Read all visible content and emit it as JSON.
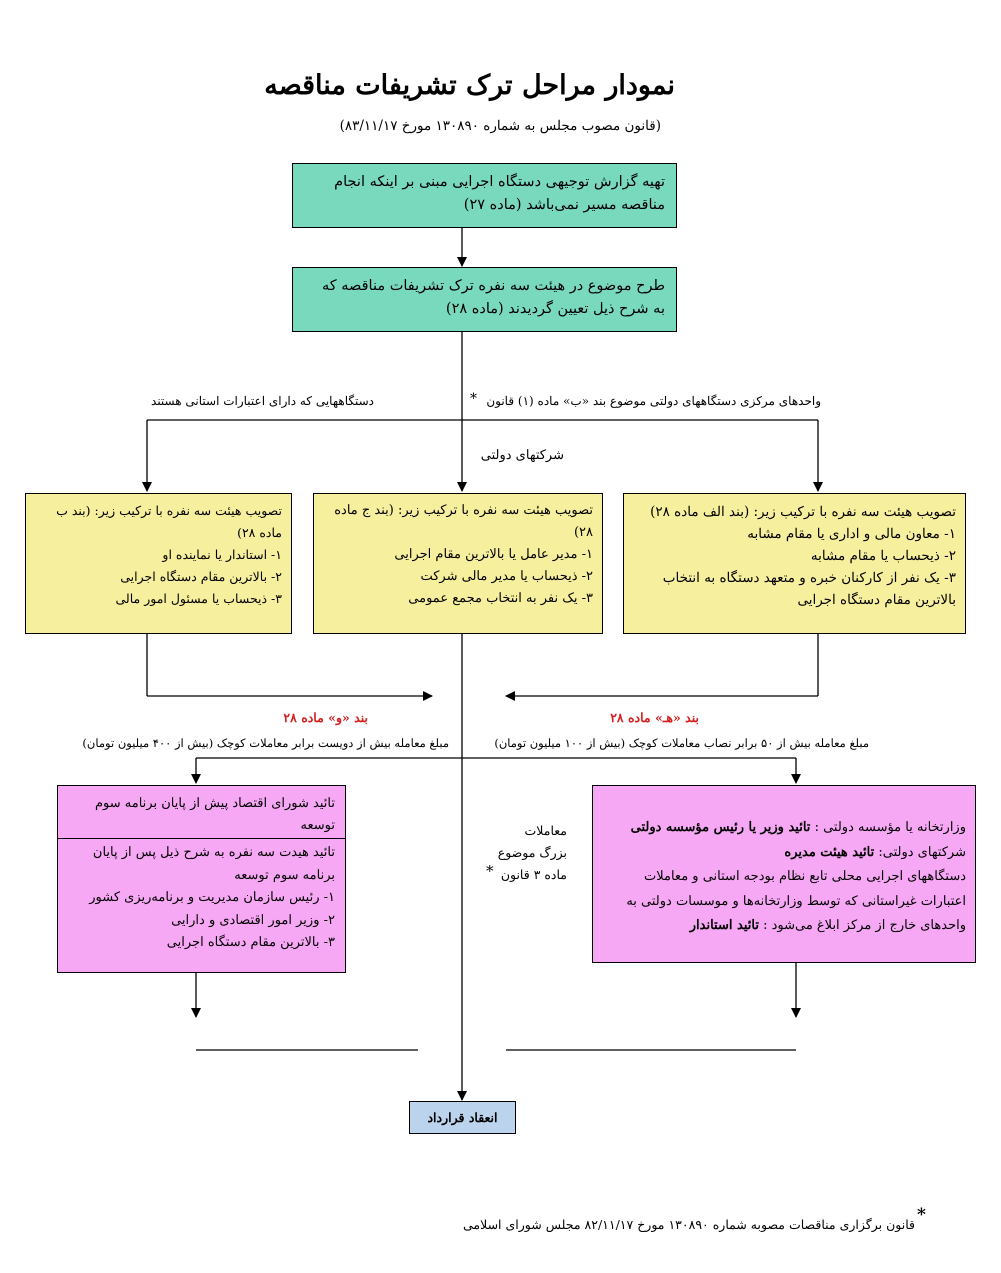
{
  "title": "نمودار مراحل ترک تشریفات مناقصه",
  "subtitle": "(قانون مصوب مجلس به شماره ۱۳۰۸۹۰ مورخ ۸۳/۱۱/۱۷)",
  "box1": [
    "تهیه گزارش توجیهی دستگاه اجرایی مبنی بر اینکه انجام",
    "مناقصه مسیر نمی‌باشد (ماده ۲۷)"
  ],
  "box2": [
    "طرح موضوع در هیئت سه نفره ترک تشریفات مناقصه که",
    "به شرح ذیل تعیین گردیدند (ماده ۲۸)"
  ],
  "branch": {
    "right": "واحدهای مرکزی دستگاههای دولتی موضوع بند «ب» ماده (۱) قانون",
    "right_star": "*",
    "left": "دستگاههایی که دارای اعتبارات استانی هستند",
    "middle": "شرکتهای دولتی"
  },
  "committee_right": {
    "heading": "تصویب هیئت سه نفره با ترکیب زیر: (بند الف ماده ۲۸)",
    "items": [
      "۱- معاون مالی و اداری یا مقام مشابه",
      "۲- ذیحساب یا مقام مشابه",
      "۳- یک نفر از کارکنان خبره و متعهد دستگاه به انتخاب",
      "بالاترین مقام دستگاه اجرایی"
    ]
  },
  "committee_middle": {
    "heading": [
      "تصویب هیئت سه نفره با ترکیب زیر: (بند ج ماده",
      "۲۸)"
    ],
    "items": [
      "۱- مدیر عامل یا بالاترین مقام اجرایی",
      "۲- ذیحساب یا مدیر مالی شرکت",
      "۳- یک نفر به انتخاب مجمع عمومی"
    ]
  },
  "committee_left": {
    "heading": [
      "تصویب هیئت سه نفره با ترکیب زیر: (بند ب",
      "ماده ۲۸)"
    ],
    "items": [
      "۱- استاندار یا نماینده او",
      "۲- بالاترین مقام دستگاه اجرایی",
      "۳- ذیحساب یا مسئول امور مالی"
    ]
  },
  "clause_he": "بند «هـ» ماده ۲۸",
  "clause_vav": "بند «و» ماده ۲۸",
  "amount_right": "مبلغ معامله بیش از ۵۰ برابر نصاب معاملات کوچک (بیش از ۱۰۰ میلیون تومان)",
  "amount_left": "مبلغ معامله بیش از دویست برابر معاملات کوچک (بیش از ۴۰۰ میلیون تومان)",
  "big_deals": [
    "معاملات",
    "بزرگ موضوع",
    "ماده ۳ قانون"
  ],
  "big_deals_star": "*",
  "pink_left": {
    "top": [
      "تائید شورای اقتصاد پیش از پایان برنامه سوم",
      "توسعه"
    ],
    "bottom": [
      "تائید هیدت سه نفره به شرح ذیل پس از پایان",
      "برنامه سوم توسعه",
      "۱- رئیس سازمان مدیریت و برنامه‌ریزی کشور",
      "۲- وزیر امور اقتصادی و دارایی",
      "۳- بالاترین مقام دستگاه اجرایی"
    ]
  },
  "pink_right": {
    "l1_a": "وزارتخانه یا مؤسسه دولتی : ",
    "l1_b": "تائید وزیر یا رئیس مؤسسه دولتی",
    "l2_a": "شرکتهای دولتی: ",
    "l2_b": "تائید هیئت مدیره",
    "l3": "دستگاههای اجرایی محلی تابع نظام بودجه استانی و معاملات",
    "l4": "اعتبارات غیراستانی که توسط وزارتخانه‌ها و موسسات دولتی به",
    "l5_a": "واحدهای خارج از مرکز ابلاغ می‌شود : ",
    "l5_b": "تائید استاندار"
  },
  "final": "انعقاد قرارداد",
  "footnote_star": "*",
  "footnote": "قانون برگزاری مناقصات مصوبه شماره ۱۳۰۸۹۰ مورخ ۸۲/۱۱/۱۷ مجلس شورای اسلامی"
}
